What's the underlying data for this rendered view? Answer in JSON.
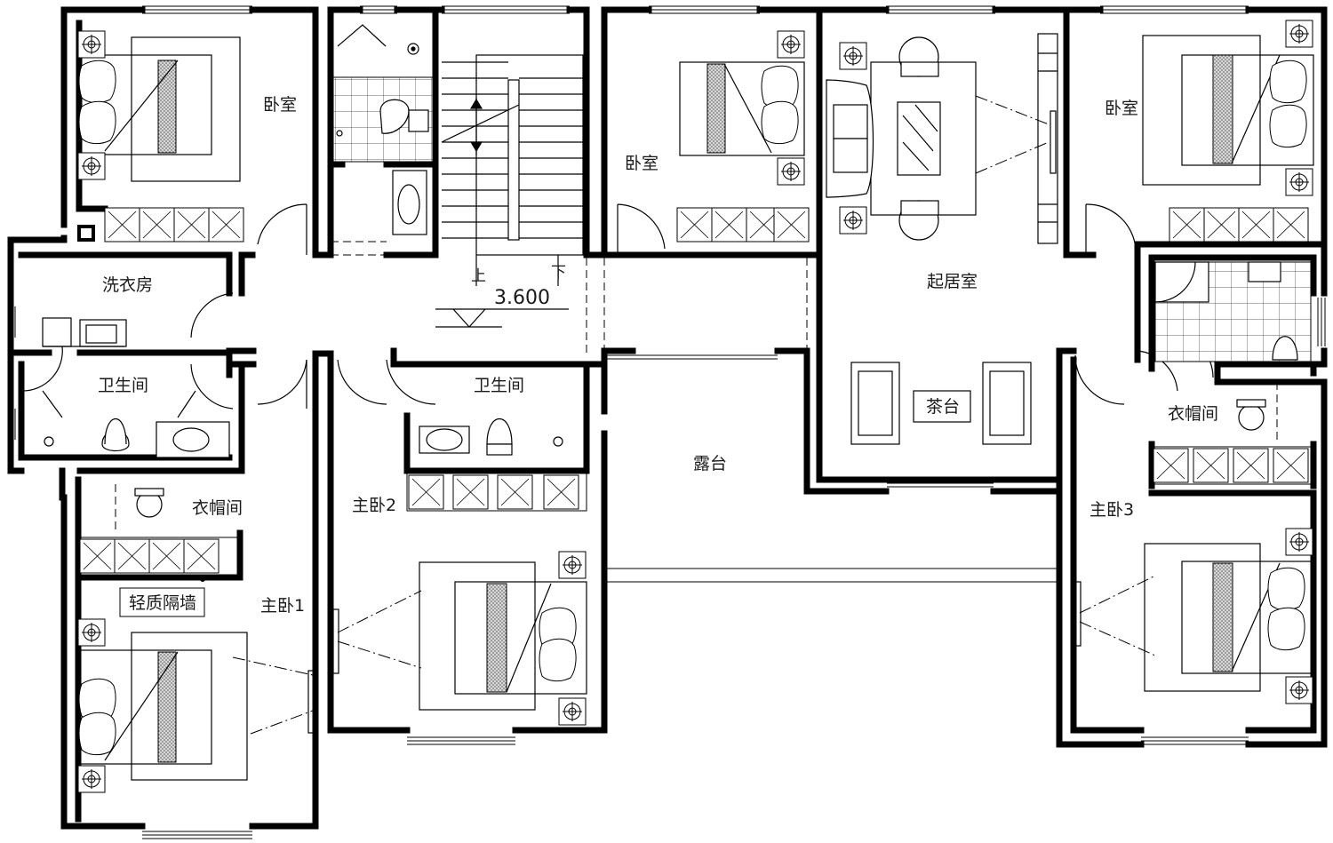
{
  "plan": {
    "elevation": "3.600",
    "stair_up": "上",
    "stair_down": "下",
    "rooms": {
      "bedroom_nw": "卧室",
      "bedroom_nc": "卧室",
      "bedroom_ne": "卧室",
      "laundry": "洗衣房",
      "bath_w": "卫生间",
      "bath_c": "卫生间",
      "closet_w": "衣帽间",
      "closet_e": "衣帽间",
      "partition": "轻质隔墙",
      "master1": "主卧1",
      "master2": "主卧2",
      "master3": "主卧3",
      "living": "起居室",
      "tea_table": "茶台",
      "terrace": "露台"
    }
  }
}
